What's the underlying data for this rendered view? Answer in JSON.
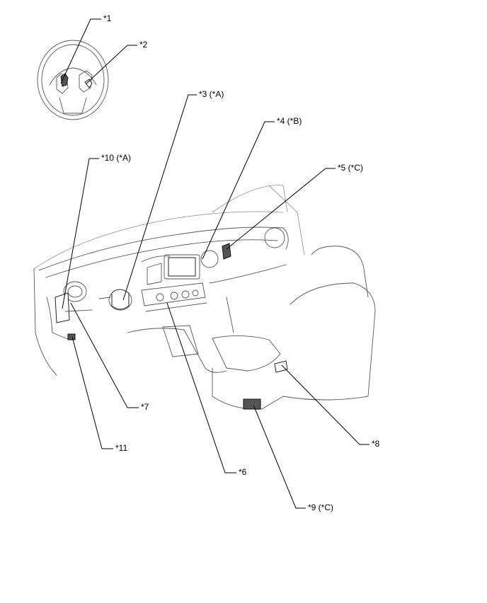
{
  "labels": {
    "l1": "*1",
    "l2": "*2",
    "l3": "*3 (*A)",
    "l4": "*4 (*B)",
    "l5": "*5 (*C)",
    "l6": "*6",
    "l7": "*7",
    "l8": "*8",
    "l9": "*9 (*C)",
    "l10": "*10 (*A)",
    "l11": "*11"
  },
  "colors": {
    "line": "#000000",
    "artwork": "#555555",
    "background": "#ffffff"
  }
}
